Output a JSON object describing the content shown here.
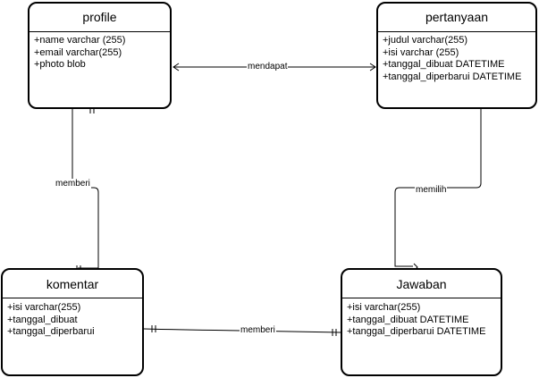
{
  "entities": {
    "profile": {
      "title": "profile",
      "fields": [
        "+name varchar (255)",
        "+email varchar(255)",
        "+photo blob"
      ]
    },
    "pertanyaan": {
      "title": "pertanyaan",
      "fields": [
        "+judul varchar(255)",
        "+isi varchar (255)",
        "+tanggal_dibuat DATETIME",
        "+tanggal_diperbarui DATETIME"
      ]
    },
    "komentar": {
      "title": "komentar",
      "fields": [
        "+isi varchar(255)",
        "+tanggal_dibuat",
        "+tanggal_diperbarui"
      ]
    },
    "jawaban": {
      "title": "Jawaban",
      "fields": [
        "+isi varchar(255)",
        "+tanggal_dibuat DATETIME",
        "+tanggal_diperbarui DATETIME"
      ]
    }
  },
  "relationships": {
    "profile_pertanyaan": "mendapat",
    "profile_komentar": "memberi",
    "pertanyaan_jawaban": "memilih",
    "komentar_jawaban": "memberi"
  }
}
